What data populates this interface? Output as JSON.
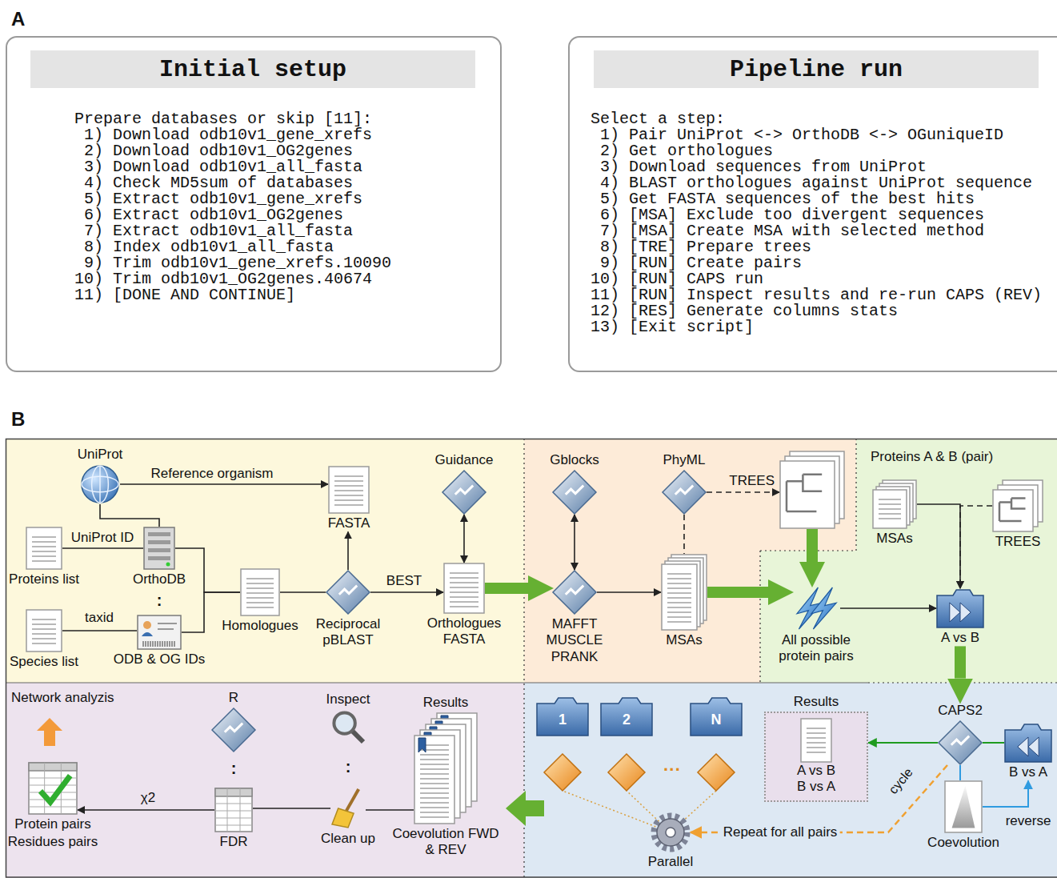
{
  "diagram": {
    "nodes": [
      {
        "text": [
          "Initial setup",
          "Prepare databases or skip [11]:",
          "1) Download odb10v1_gene_xrefs",
          "2) Download odb10v1_OG2genes",
          "3) Download odb10v1_all_fasta",
          "4) Check MD5sum of databases",
          "5) Extract odb10v1_gene_xrefs",
          "6) Extract odb10v1_OG2genes",
          "7) Extract odb10v1_all_fasta",
          "8) Index odb10v1_all_fasta",
          "9) Trim odb10v1_gene_xrefs.10090",
          "10) Trim odb10v1_OG2genes.40674",
          "11) [DONE AND CONTINUE]"
        ]
      },
      {
        "text": [
          "Pipeline run",
          "Select a step:",
          "1) Pair UniProt <-> OrthoDB <-> OGuniqueID",
          "2) Get orthologues",
          "3) Download sequences from UniProt",
          "4) BLAST orthologues against UniProt sequence",
          "5) Get FASTA sequences of the best hits",
          "6) [MSA] Exclude too divergent sequences",
          "7) [MSA] Create MSA with selected method",
          "8) [TRE] Prepare trees",
          "9) [RUN] Create pairs",
          "10) [RUN] CAPS run",
          "11) [RUN] Inspect results and re-run CAPS (REV)",
          "12) [RES] Generate columns stats",
          "13) [Exit script]"
        ]
      },
      {
        "text": [
          "UniProt"
        ]
      },
      {
        "text": [
          "FASTA"
        ]
      },
      {
        "text": [
          "Guidance"
        ]
      },
      {
        "text": [
          "Gblocks"
        ]
      },
      {
        "text": [
          "PhyML"
        ]
      },
      {
        "text": [
          "TREES"
        ]
      },
      {
        "text": [
          "Proteins list"
        ]
      },
      {
        "text": [
          "OrthoDB"
        ]
      },
      {
        "text": [
          "Homologues"
        ]
      },
      {
        "text": [
          "Reciprocal pBLAST"
        ]
      },
      {
        "text": [
          "Orthologues FASTA"
        ]
      },
      {
        "text": [
          "MAFFT MUSCLE PRANK"
        ]
      },
      {
        "text": [
          "MSAs"
        ]
      },
      {
        "text": [
          "MSAs"
        ]
      },
      {
        "text": [
          "TREES"
        ]
      },
      {
        "text": [
          "All possible protein pairs"
        ]
      },
      {
        "text": [
          "A vs B"
        ]
      },
      {
        "text": [
          "Species list"
        ]
      },
      {
        "text": [
          "ODB & OG IDs"
        ]
      },
      {
        "text": [
          "1"
        ]
      },
      {
        "text": [
          "2"
        ]
      },
      {
        "text": [
          "N"
        ]
      },
      {
        "text": [
          "Results",
          "A vs B",
          "B vs A"
        ]
      },
      {
        "text": [
          "CAPS2"
        ]
      },
      {
        "text": [
          "B vs A"
        ]
      },
      {
        "text": [
          "Coevolution"
        ]
      },
      {
        "text": [
          "Parallel"
        ]
      },
      {
        "text": [
          "Protein pairs",
          "Residues pairs"
        ]
      },
      {
        "text": [
          "R"
        ]
      },
      {
        "text": [
          "Inspect"
        ]
      },
      {
        "text": [
          "Results",
          "Coevolution FWD & REV"
        ]
      },
      {
        "text": [
          "FDR"
        ]
      },
      {
        "text": [
          "Clean up"
        ]
      }
    ],
    "edges": [
      {
        "from": 2,
        "to": 3,
        "label": "Reference organism",
        "arrow": "to"
      },
      {
        "from": 8,
        "to": 9,
        "label": "UniProt ID",
        "arrow": "none"
      },
      {
        "from": 2,
        "to": 9,
        "arrow": "none"
      },
      {
        "from": 19,
        "to": 20,
        "label": "taxid",
        "arrow": "none"
      },
      {
        "from": 9,
        "to": 10,
        "arrow": "none"
      },
      {
        "from": 20,
        "to": 10,
        "arrow": "none"
      },
      {
        "from": 10,
        "to": 11,
        "arrow": "none"
      },
      {
        "from": 11,
        "to": 3,
        "arrow": "to"
      },
      {
        "from": 11,
        "to": 12,
        "label": "BEST",
        "arrow": "to"
      },
      {
        "from": 4,
        "to": 12,
        "arrow": "both"
      },
      {
        "from": 12,
        "to": 13,
        "arrow": "to"
      },
      {
        "from": 5,
        "to": 13,
        "arrow": "both"
      },
      {
        "from": 13,
        "to": 14,
        "arrow": "to"
      },
      {
        "from": 6,
        "to": 7,
        "arrow": "to"
      },
      {
        "from": 6,
        "to": 14,
        "arrow": "none"
      },
      {
        "from": 14,
        "to": 17,
        "arrow": "to"
      },
      {
        "from": 7,
        "to": 17,
        "arrow": "to"
      },
      {
        "from": 17,
        "to": 18,
        "arrow": "to"
      },
      {
        "from": 15,
        "to": 18,
        "arrow": "to"
      },
      {
        "from": 16,
        "to": 18,
        "arrow": "to"
      },
      {
        "from": 18,
        "to": 25,
        "arrow": "to"
      },
      {
        "from": 26,
        "to": 25,
        "arrow": "none"
      },
      {
        "from": 25,
        "to": 24,
        "arrow": "to"
      },
      {
        "from": 25,
        "to": 27,
        "arrow": "none"
      },
      {
        "from": 27,
        "to": 26,
        "label": "reverse",
        "arrow": "to"
      },
      {
        "from": 25,
        "to": 28,
        "label": "Repeat for all pairs",
        "arrow": "to"
      },
      {
        "from": 32,
        "to": 34,
        "arrow": "none"
      },
      {
        "from": 34,
        "to": 33,
        "arrow": "none"
      },
      {
        "from": 33,
        "to": 29,
        "label": "χ2",
        "arrow": "to"
      }
    ],
    "labels": [
      "A",
      "B",
      "Proteins A & B (pair)",
      ":",
      "cycle",
      "···",
      "Network analyzis",
      ":",
      ":"
    ]
  }
}
